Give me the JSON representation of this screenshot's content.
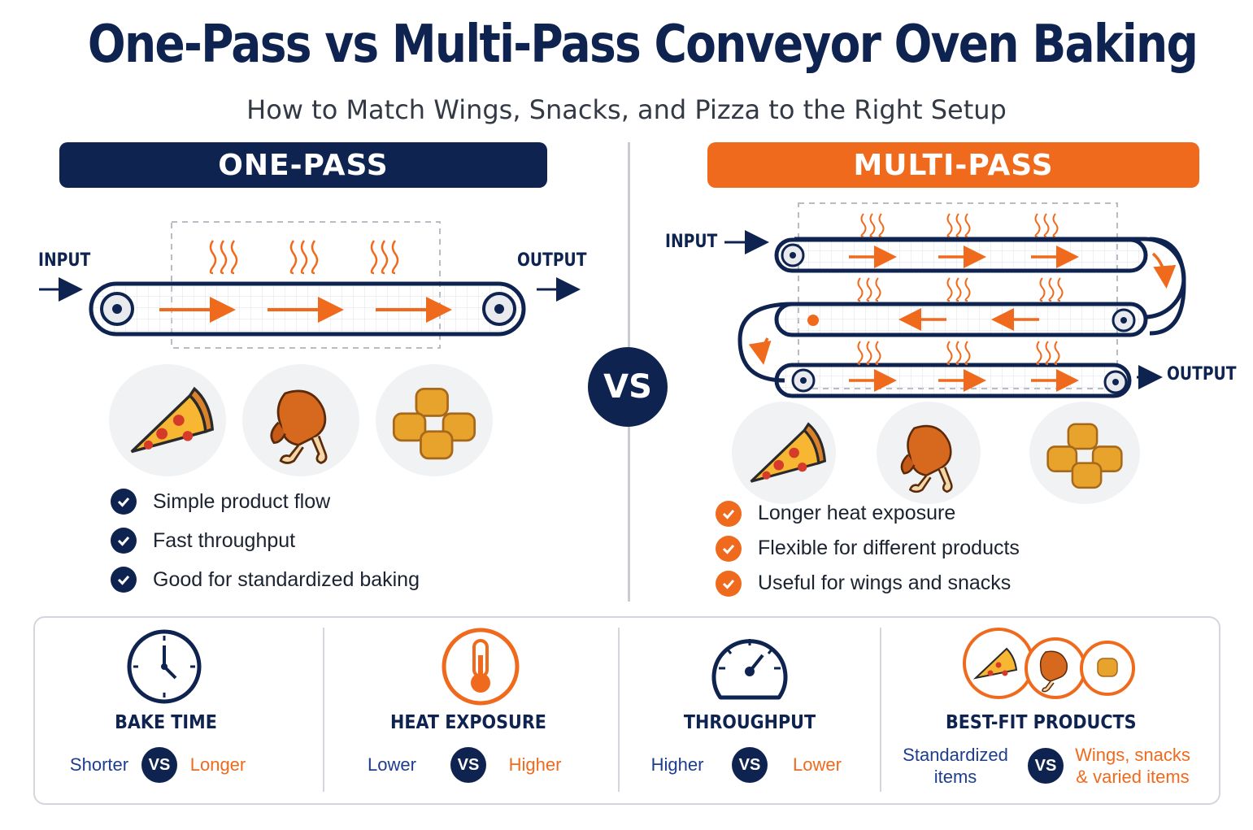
{
  "header": {
    "title": "One-Pass vs Multi-Pass  Conveyor Oven Baking",
    "subtitle": "How to Match Wings, Snacks, and Pizza to the Right Setup"
  },
  "center": {
    "vs_label": "VS"
  },
  "one_pass": {
    "heading": "ONE-PASS",
    "input_label": "INPUT",
    "output_label": "OUTPUT",
    "foods": [
      "pizza-slice-icon",
      "chicken-wing-icon",
      "nuggets-icon"
    ],
    "bullets": [
      "Simple product flow",
      "Fast throughput",
      "Good for standardized baking"
    ]
  },
  "multi_pass": {
    "heading": "MULTI-PASS",
    "input_label": "INPUT",
    "output_label": "OUTPUT",
    "foods": [
      "pizza-slice-icon",
      "chicken-wing-icon",
      "nuggets-icon"
    ],
    "bullets": [
      "Longer heat exposure",
      "Flexible for different products",
      "Useful for wings and snacks"
    ]
  },
  "comparison": {
    "vs_label": "VS",
    "bake_time": {
      "icon": "clock-icon",
      "title": "BAKE TIME",
      "one": "Shorter",
      "multi": "Longer"
    },
    "heat_exposure": {
      "icon": "thermometer-icon",
      "title": "HEAT EXPOSURE",
      "one": "Lower",
      "multi": "Higher"
    },
    "throughput": {
      "icon": "gauge-icon",
      "title": "THROUGHPUT",
      "one": "Higher",
      "multi": "Lower"
    },
    "best_fit": {
      "icon": "products-icon",
      "title": "BEST-FIT PRODUCTS",
      "one_line1": "Standardized",
      "one_line2": "items",
      "multi_line1": "Wings, snacks",
      "multi_line2": "& varied items"
    }
  },
  "colors": {
    "navy": "#0f2350",
    "orange": "#ef6a1c",
    "divider": "#c9cdd3"
  }
}
